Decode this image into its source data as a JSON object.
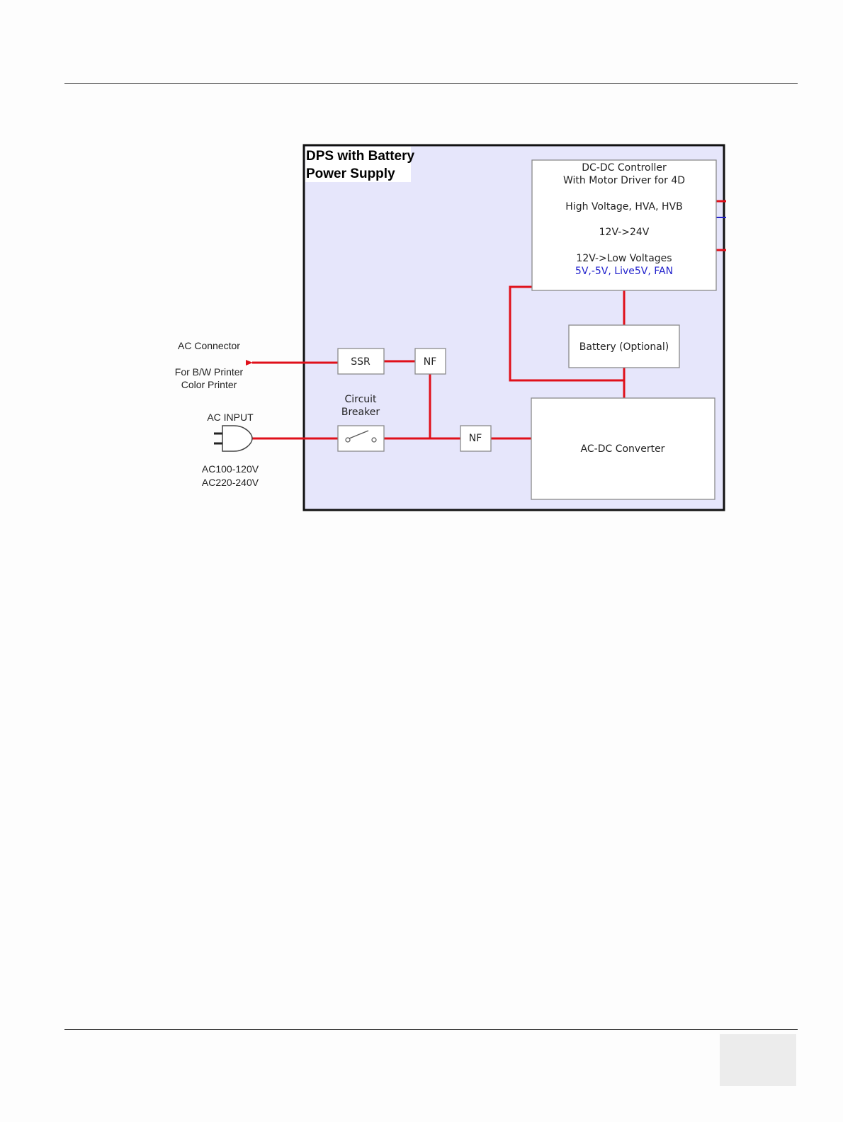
{
  "diagram": {
    "title_line1": "DPS with Battery",
    "title_line2": "Power Supply",
    "dcdc": {
      "line1": "DC-DC Controller",
      "line2": "With Motor Driver for 4D",
      "line3": "High Voltage, HVA, HVB",
      "line4": "12V->24V",
      "line5": "12V->Low Voltages",
      "line6": "5V,-5V, Live5V, FAN"
    },
    "battery_label": "Battery (Optional)",
    "ssr_label": "SSR",
    "nf_top_label": "NF",
    "nf_bottom_label": "NF",
    "acdc_label": "AC-DC Converter",
    "breaker_line1": "Circuit",
    "breaker_line2": "Breaker",
    "ac_connector_label": "AC Connector",
    "printer_line1": "For B/W Printer",
    "printer_line2": "Color Printer",
    "ac_input_label": "AC INPUT",
    "voltage_line1": "AC100-120V",
    "voltage_line2": "AC220-240V",
    "colors": {
      "wire": "#e0101a",
      "panel": "#e6e6fb",
      "accent_text": "#2222cc"
    }
  }
}
